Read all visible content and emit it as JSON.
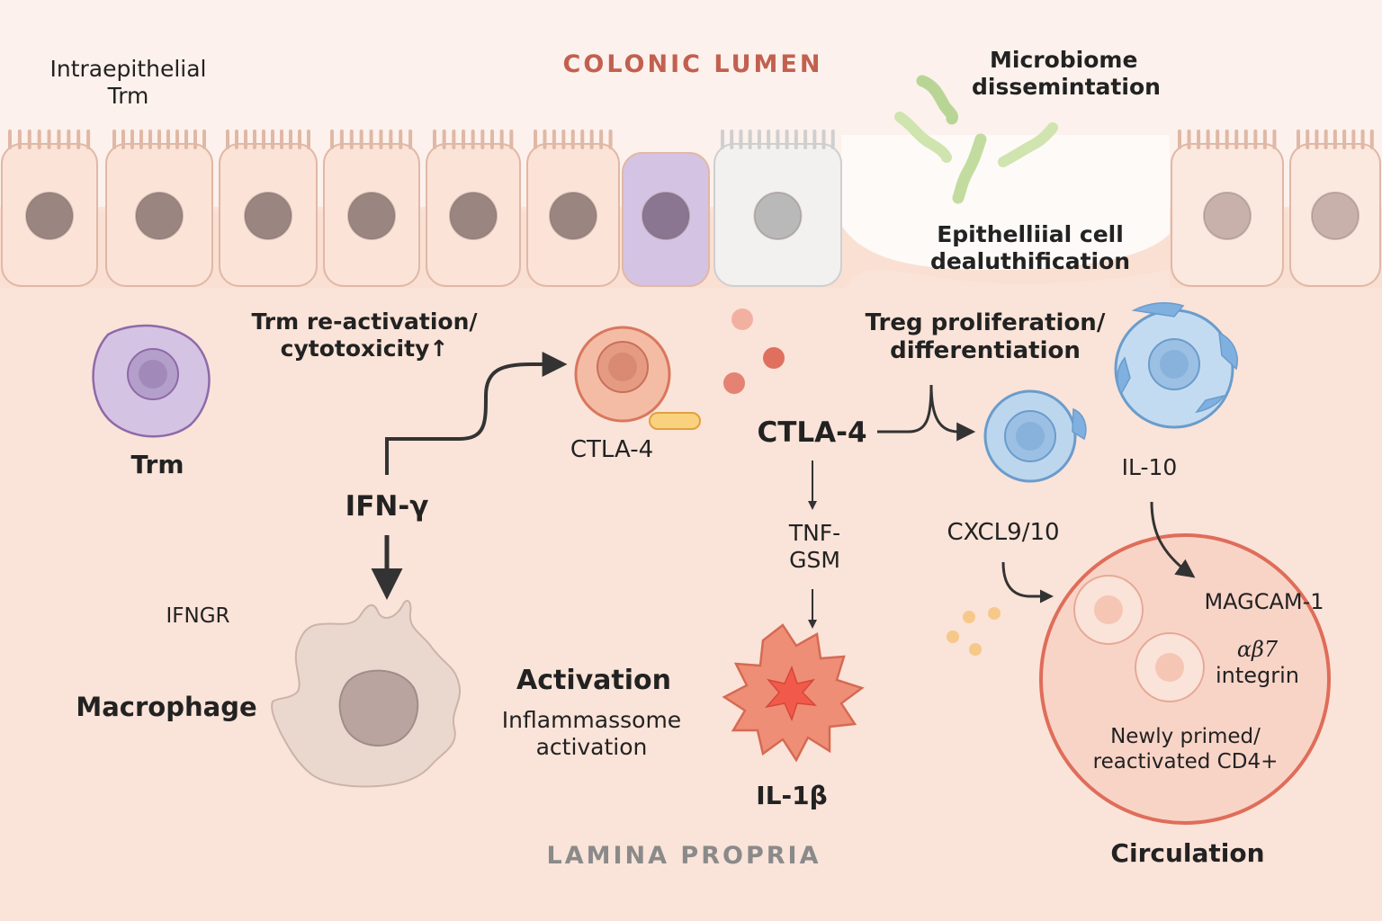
{
  "zones": {
    "lumen": "COLONIC LUMEN",
    "lamina_propria": "LAMINA PROPRIA",
    "circulation": "Circulation"
  },
  "labels": {
    "intraepithelial_trm": [
      "Intraepithelial",
      "Trm"
    ],
    "microbiome": [
      "Microbiome",
      "dissemintation"
    ],
    "epithelial_damage": [
      "Epithelliial cell",
      "dealuthification"
    ],
    "trm": "Trm",
    "trm_reactivation": [
      "Trm re-activation/",
      "cytotoxicity↑"
    ],
    "ctla4_cell": "CTLA-4",
    "ctla4_central": "CTLA-4",
    "treg": [
      "Treg proliferation/",
      "differentiation"
    ],
    "ifng": "IFN-γ",
    "ifngr": "IFNGR",
    "macrophage": "Macrophage",
    "activation_title": "Activation",
    "activation_sub": [
      "Inflammassome",
      "activation"
    ],
    "tnf": [
      "TNF-",
      "GSM"
    ],
    "il1b": "IL-1β",
    "il10": "IL-10",
    "cxcl": "CXCL9/10",
    "madcam": "MAGCAM-1",
    "integrin": [
      "αβ7",
      "integrin"
    ],
    "cd4": [
      "Newly primed/",
      "reactivated CD4+"
    ]
  },
  "colors": {
    "background": "#fbe9df",
    "epithelium": "#fbe3d7",
    "epithelium_stroke": "#e0b8a6",
    "nucleus": "#9b8580",
    "trm_cell": "#d5c3e4",
    "goblet_cell": "#f2f1f0",
    "ctl_cell": "#f3b8a1",
    "treg_cell": "#bcd6ee",
    "macrophage": "#e9d6cd",
    "inflammatory_cell": "#ee8670",
    "circulation_fill": "#f8d2c5",
    "circulation_stroke": "#df6d5a",
    "bacteria": "#dcebc0",
    "arrow": "#333333",
    "zone_red": "#c2604f",
    "zone_gray": "#8a8a8a"
  },
  "icons": {
    "bacteria": "rod-bacterium-icon",
    "arrow": "arrow-icon",
    "cytokine": "cytokine-dot-icon"
  }
}
